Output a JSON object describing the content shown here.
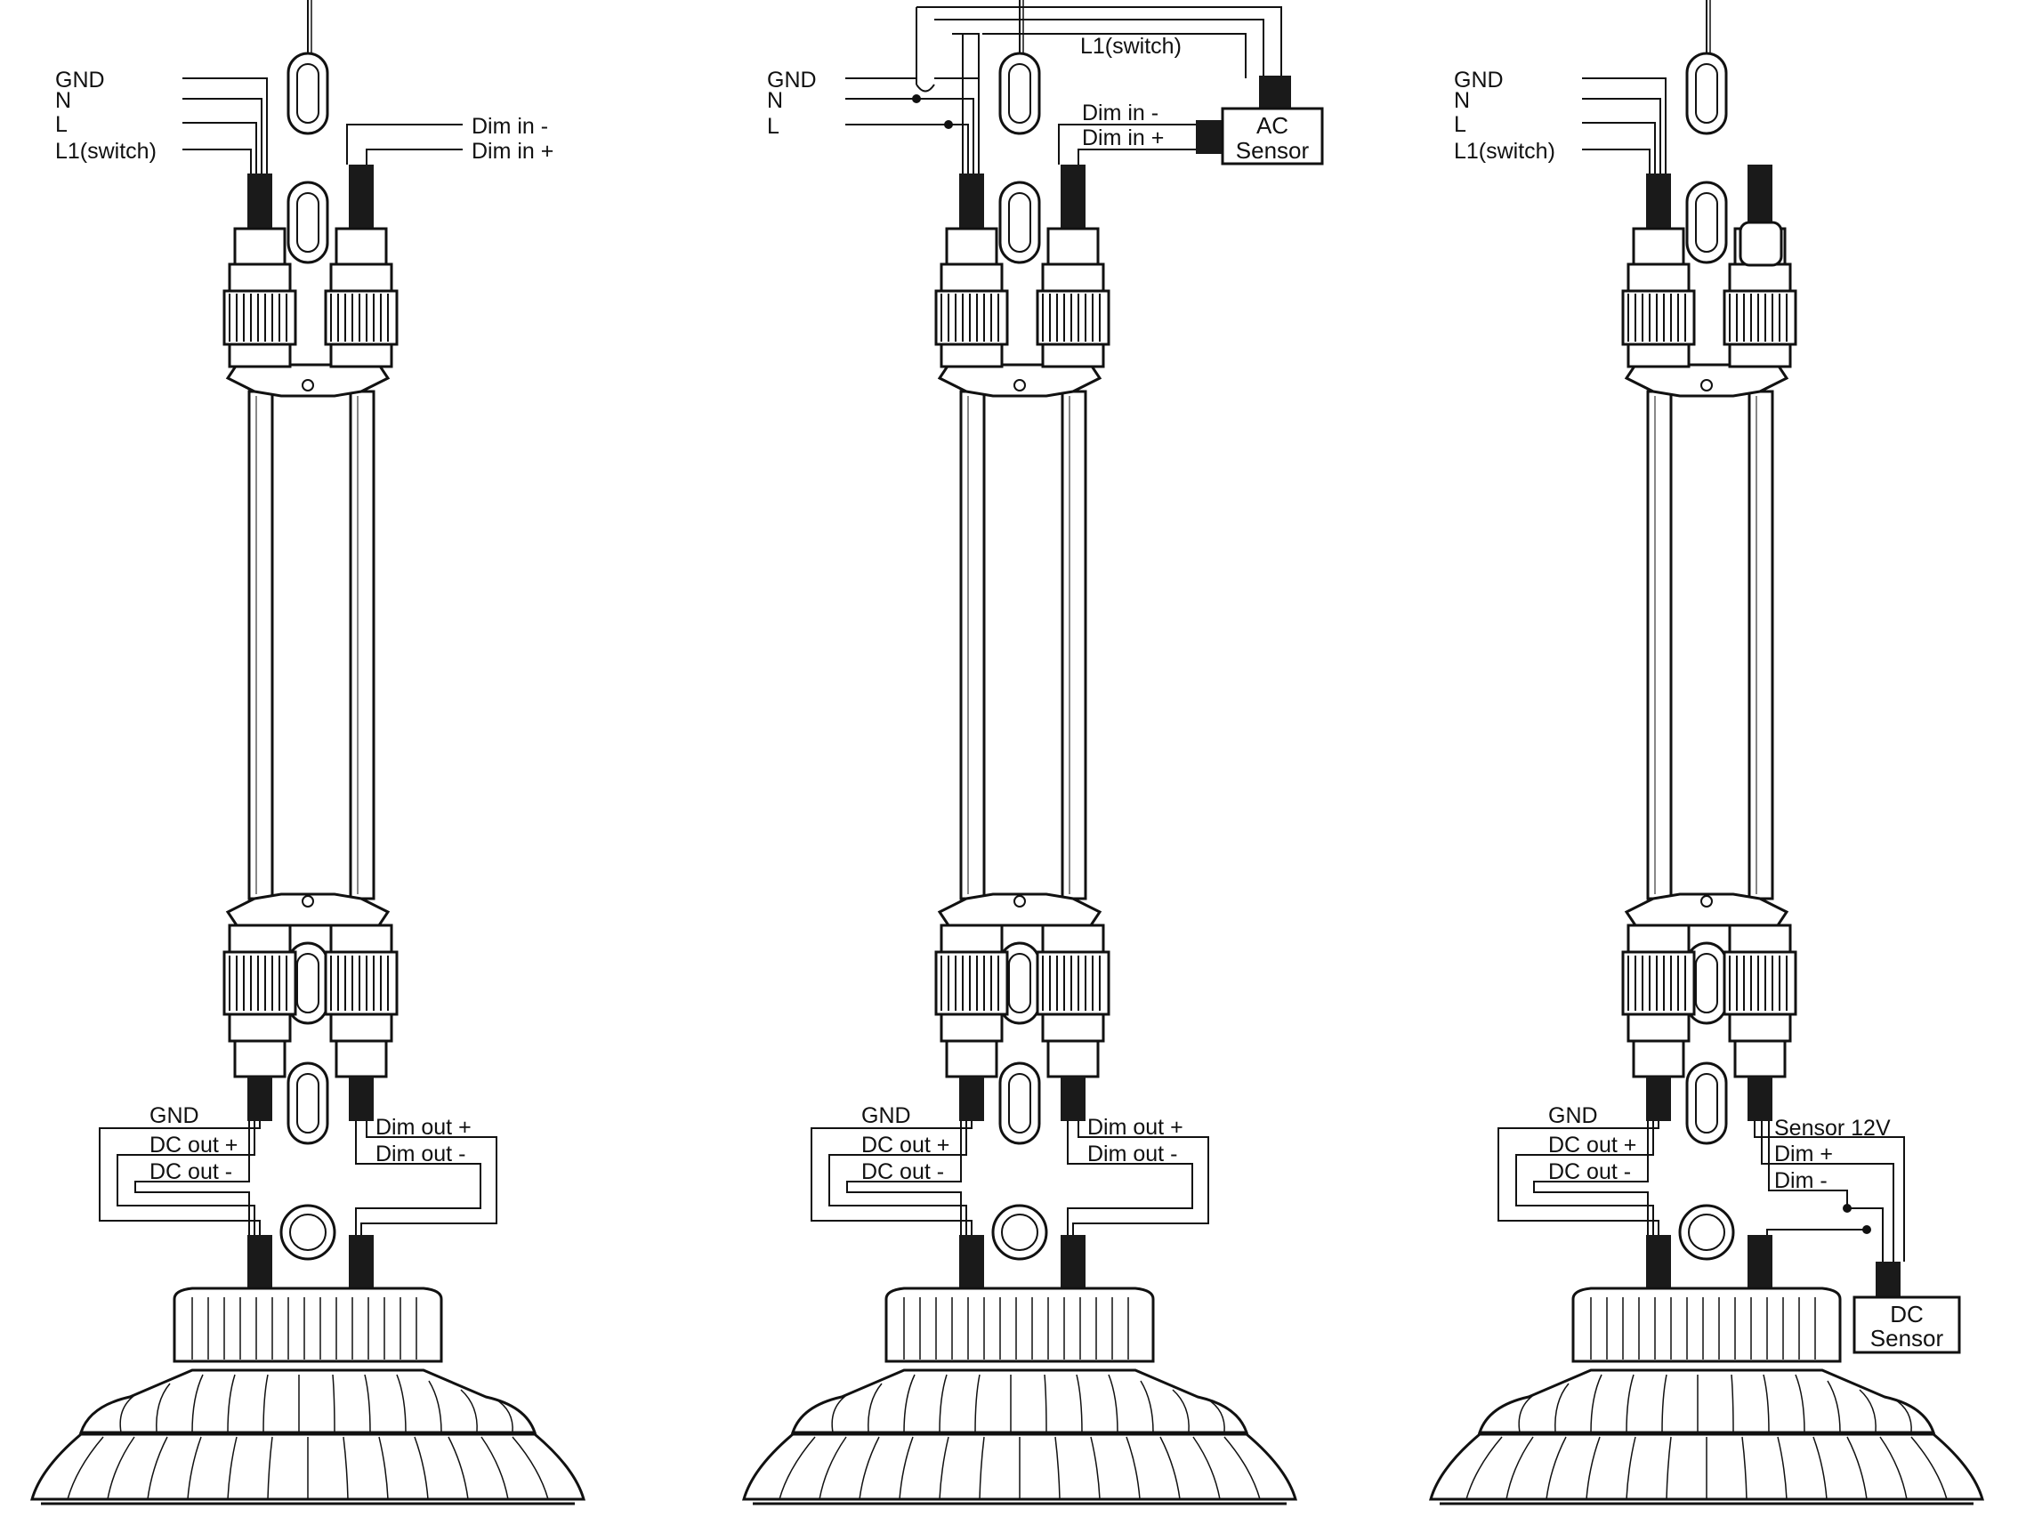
{
  "panels": [
    {
      "id": "left",
      "top_labels": [
        "GND",
        "N",
        "L",
        "L1(switch)"
      ],
      "top_right_labels": [
        "Dim in -",
        "Dim in +"
      ],
      "bottom_left_labels": [
        "GND",
        "DC out +",
        "DC out -"
      ],
      "bottom_right_labels": [
        "Dim out +",
        "Dim out -"
      ]
    },
    {
      "id": "middle",
      "top_labels": [
        "GND",
        "N",
        "L"
      ],
      "switch_label": "L1(switch)",
      "sensor_wire_labels": [
        "Dim in -",
        "Dim in +"
      ],
      "sensor_box": [
        "AC",
        "Sensor"
      ],
      "bottom_left_labels": [
        "GND",
        "DC out +",
        "DC out -"
      ],
      "bottom_right_labels": [
        "Dim out +",
        "Dim out -"
      ]
    },
    {
      "id": "right",
      "top_labels": [
        "GND",
        "N",
        "L",
        "L1(switch)"
      ],
      "bottom_left_labels": [
        "GND",
        "DC out +",
        "DC out -"
      ],
      "bottom_right_labels": [
        "Sensor 12V",
        "Dim +",
        "Dim -"
      ],
      "sensor_box": [
        "DC",
        "Sensor"
      ]
    }
  ],
  "colors": {
    "line": "#111111",
    "background": "#ffffff",
    "connector": "#1a1a1a"
  }
}
